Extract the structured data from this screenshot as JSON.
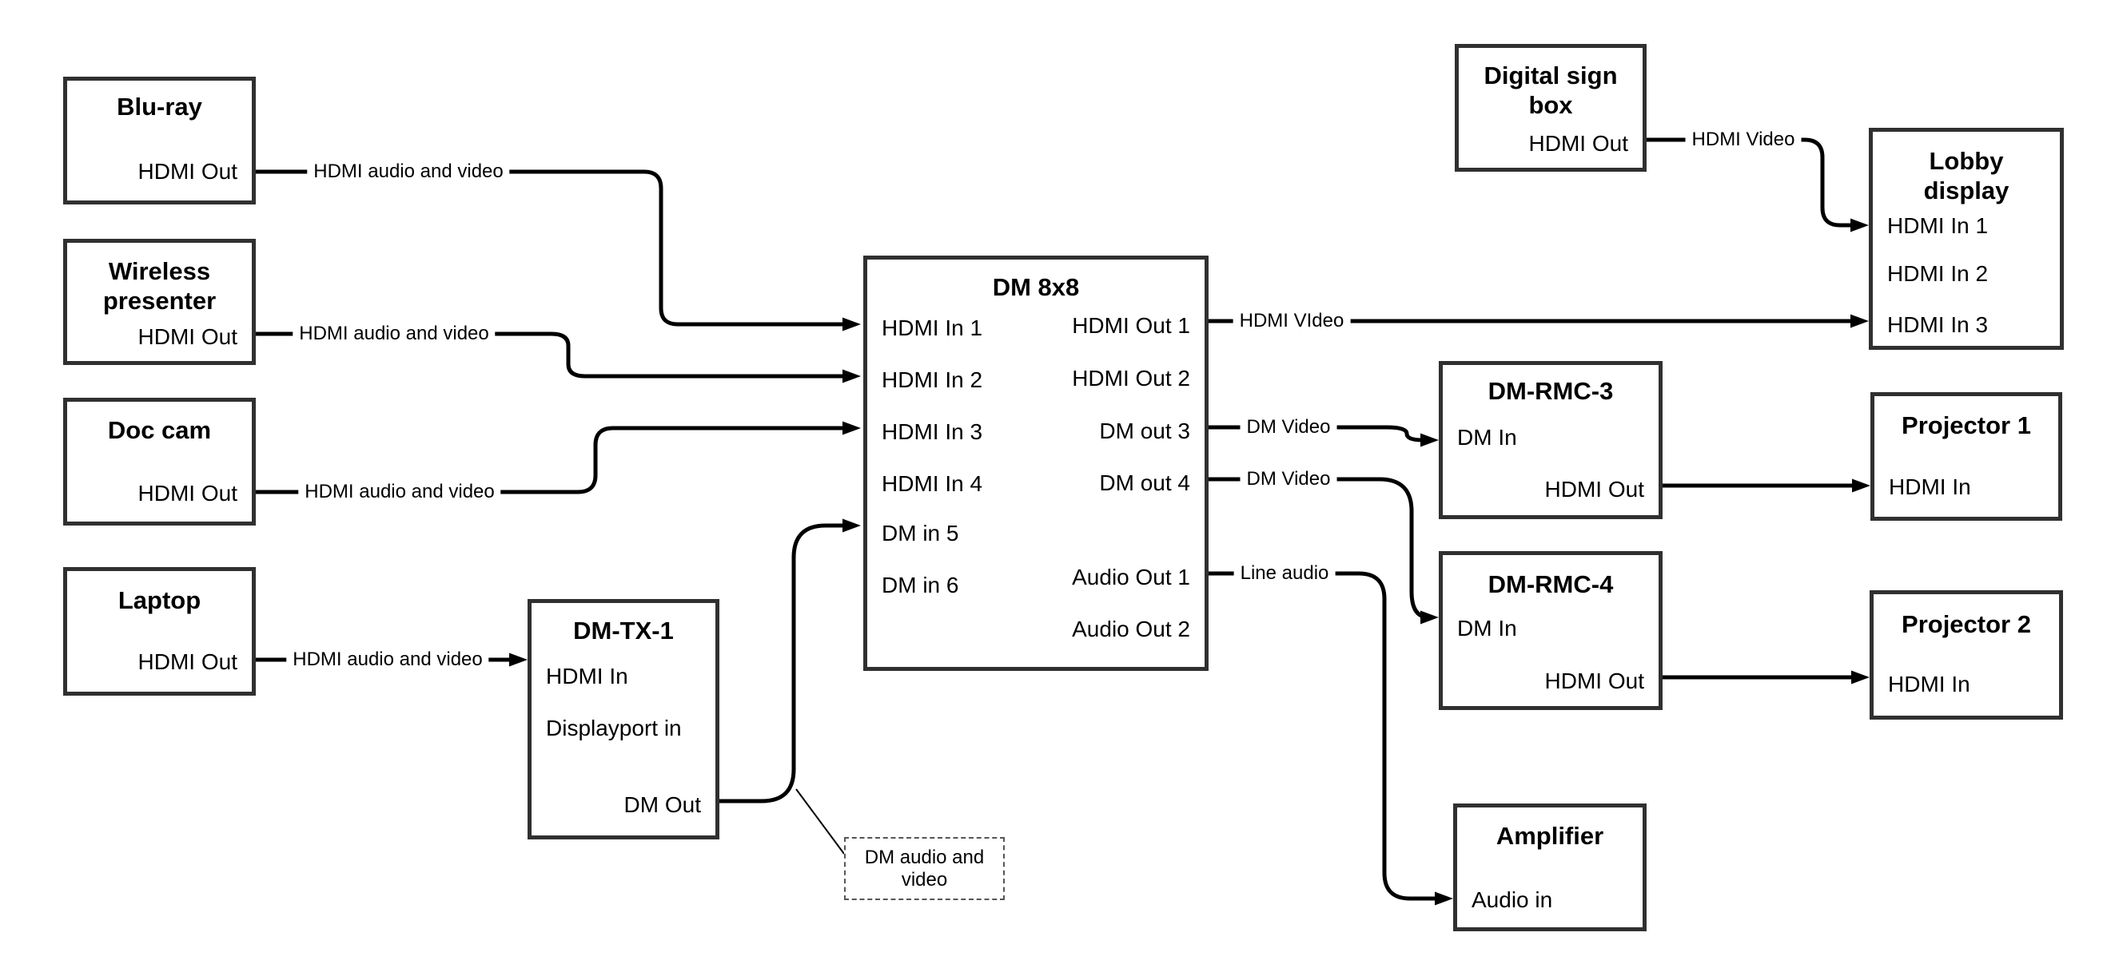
{
  "nodes": {
    "bluray": {
      "title_lines": [
        "Blu-ray"
      ],
      "ports": [
        "HDMI Out"
      ]
    },
    "wireless": {
      "title_lines": [
        "Wireless",
        "presenter"
      ],
      "ports": [
        "HDMI Out"
      ]
    },
    "doccam": {
      "title_lines": [
        "Doc cam"
      ],
      "ports": [
        "HDMI Out"
      ]
    },
    "laptop": {
      "title_lines": [
        "Laptop"
      ],
      "ports": [
        "HDMI Out"
      ]
    },
    "dmtx1": {
      "title_lines": [
        "DM-TX-1"
      ],
      "ports": [
        "HDMI In",
        "Displayport in",
        "DM Out"
      ]
    },
    "dm8x8": {
      "title_lines": [
        "DM 8x8"
      ],
      "ports_left": [
        "HDMI In 1",
        "HDMI In 2",
        "HDMI In 3",
        "HDMI In 4",
        "DM in 5",
        "DM in 6"
      ],
      "ports_right": [
        "HDMI Out 1",
        "HDMI Out 2",
        "DM out 3",
        "DM out 4",
        "Audio Out 1",
        "Audio Out 2"
      ]
    },
    "digitalsign": {
      "title_lines": [
        "Digital sign",
        "box"
      ],
      "ports": [
        "HDMI Out"
      ]
    },
    "lobby": {
      "title_lines": [
        "Lobby",
        "display"
      ],
      "ports": [
        "HDMI In 1",
        "HDMI In 2",
        "HDMI In 3"
      ]
    },
    "rmc3": {
      "title_lines": [
        "DM-RMC-3"
      ],
      "ports": [
        "DM In",
        "HDMI Out"
      ]
    },
    "proj1": {
      "title_lines": [
        "Projector 1"
      ],
      "ports": [
        "HDMI In"
      ]
    },
    "rmc4": {
      "title_lines": [
        "DM-RMC-4"
      ],
      "ports": [
        "DM In",
        "HDMI Out"
      ]
    },
    "proj2": {
      "title_lines": [
        "Projector 2"
      ],
      "ports": [
        "HDMI In"
      ]
    },
    "amplifier": {
      "title_lines": [
        "Amplifier"
      ],
      "ports": [
        "Audio in"
      ]
    }
  },
  "wire_labels": {
    "w1": "HDMI audio and video",
    "w2": "HDMI audio and video",
    "w3": "HDMI audio and video",
    "w4": "HDMI audio and video",
    "w6": "HDMI VIdeo",
    "w7": "DM Video",
    "w8": "DM Video",
    "w9": "Line audio",
    "w10": "HDMI Video"
  },
  "annotation": {
    "lines": [
      "DM audio and",
      "video"
    ]
  },
  "connections": [
    {
      "from": "Blu-ray HDMI Out",
      "to": "DM 8x8 HDMI In 1",
      "label": "HDMI audio and video"
    },
    {
      "from": "Wireless presenter HDMI Out",
      "to": "DM 8x8 HDMI In 2",
      "label": "HDMI audio and video"
    },
    {
      "from": "Doc cam HDMI Out",
      "to": "DM 8x8 HDMI In 3",
      "label": "HDMI audio and video"
    },
    {
      "from": "Laptop HDMI Out",
      "to": "DM-TX-1 HDMI In",
      "label": "HDMI audio and video"
    },
    {
      "from": "DM-TX-1 DM Out",
      "to": "DM 8x8 DM in 5",
      "label": "DM audio and video"
    },
    {
      "from": "DM 8x8 HDMI Out 1",
      "to": "Lobby display HDMI In 3",
      "label": "HDMI VIdeo"
    },
    {
      "from": "DM 8x8 DM out 3",
      "to": "DM-RMC-3 DM In",
      "label": "DM Video"
    },
    {
      "from": "DM 8x8 DM out 4",
      "to": "DM-RMC-4 DM In",
      "label": "DM Video"
    },
    {
      "from": "DM 8x8 Audio Out 1",
      "to": "Amplifier Audio in",
      "label": "Line audio"
    },
    {
      "from": "Digital sign box HDMI Out",
      "to": "Lobby display HDMI In 1",
      "label": "HDMI Video"
    },
    {
      "from": "DM-RMC-3 HDMI Out",
      "to": "Projector 1 HDMI In",
      "label": ""
    },
    {
      "from": "DM-RMC-4 HDMI Out",
      "to": "Projector 2 HDMI In",
      "label": ""
    }
  ],
  "colors": {
    "background": "#ffffff",
    "wire": "#000000",
    "box_border": "#303030",
    "text": "#000000"
  }
}
